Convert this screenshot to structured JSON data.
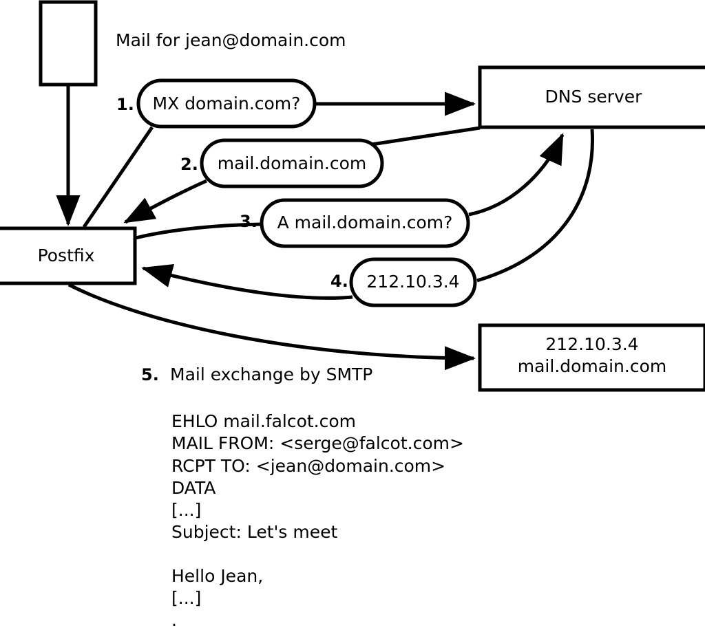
{
  "diagram": {
    "title": "Mail for jean@domain.com",
    "nodes": [
      {
        "id": "sender-box",
        "label": ""
      },
      {
        "id": "postfix",
        "label": "Postfix"
      },
      {
        "id": "dns-server",
        "label": "DNS server"
      },
      {
        "id": "mail-server",
        "label_line1": "212.10.3.4",
        "label_line2": "mail.domain.com"
      }
    ],
    "steps": [
      {
        "number": "1.",
        "label": "MX domain.com?"
      },
      {
        "number": "2.",
        "label": "mail.domain.com"
      },
      {
        "number": "3.",
        "label": "A mail.domain.com?"
      },
      {
        "number": "4.",
        "label": "212.10.3.4"
      },
      {
        "number": "5.",
        "label": "Mail exchange by SMTP"
      }
    ],
    "transcript": [
      "EHLO mail.falcot.com",
      "MAIL FROM: <serge@falcot.com>",
      "RCPT TO: <jean@domain.com>",
      "DATA",
      "[...]",
      "Subject: Let's meet",
      "",
      "Hello Jean,",
      "[...]",
      "."
    ],
    "colors": {
      "stroke": "#000000",
      "fill": "#ffffff",
      "text": "#000000"
    }
  }
}
